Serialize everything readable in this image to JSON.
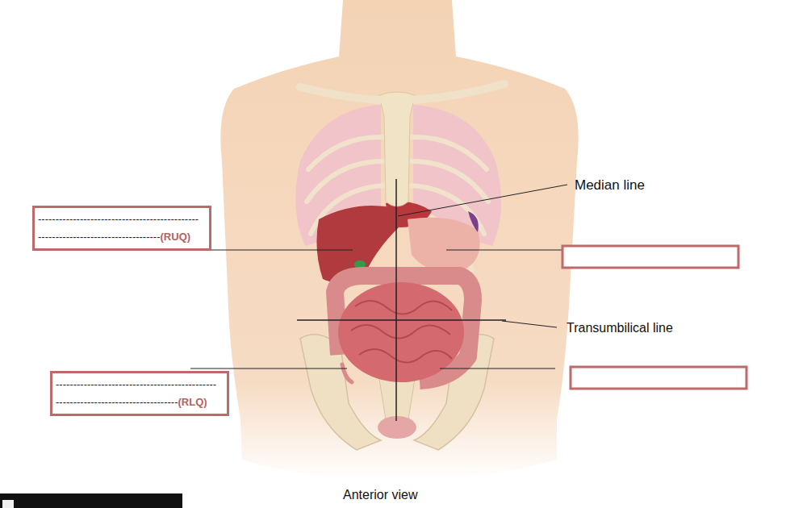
{
  "diagram": {
    "nodes": [
      {
        "text": [
          "----------------------------------------------",
          "-----------------------------------",
          "(RUQ)"
        ]
      },
      {
        "text": [
          "----------------------------------------------",
          "-----------------------------------",
          "(RLQ)"
        ]
      }
    ],
    "labels": [
      "Median line",
      "Transumbilical line",
      "Anterior view"
    ]
  }
}
